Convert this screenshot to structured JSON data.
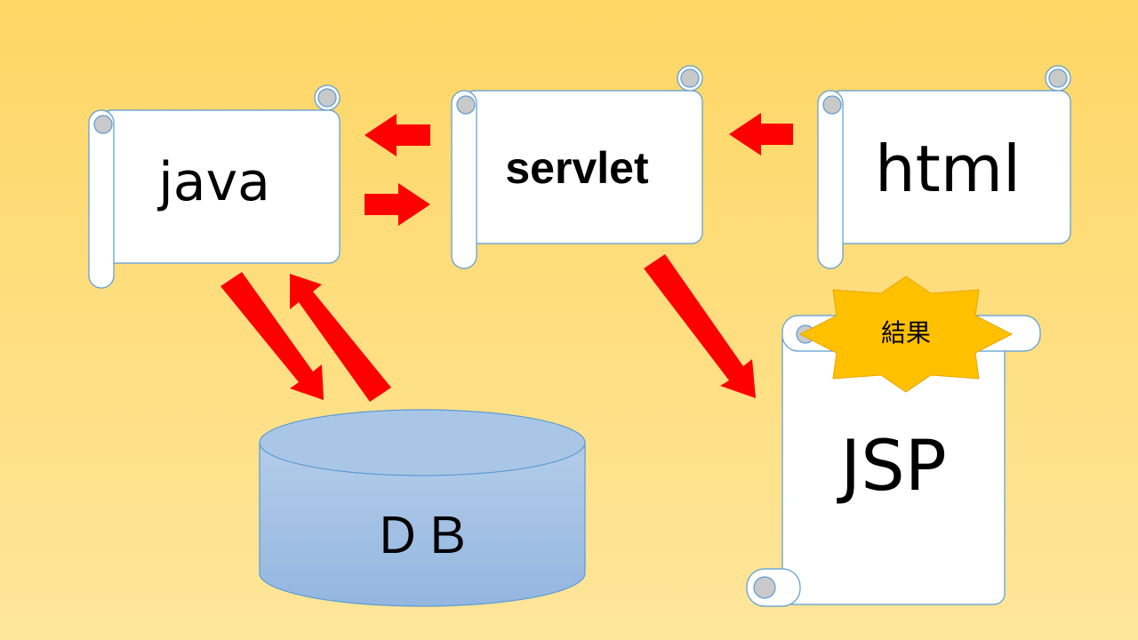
{
  "nodes": {
    "java": "java",
    "servlet": "servlet",
    "html": "html",
    "jsp": "JSP",
    "db": "ＤＢ",
    "result_badge": "結果"
  },
  "colors": {
    "background_top": "#fed665",
    "background_bottom": "#fee69a",
    "scroll_fill": "#ffffff",
    "scroll_outline": "#5b9bd5",
    "curl_fill": "#c9c9c9",
    "arrow": "#ff0000",
    "db_fill": "#a4c2e4",
    "badge_fill": "#ffc000"
  }
}
